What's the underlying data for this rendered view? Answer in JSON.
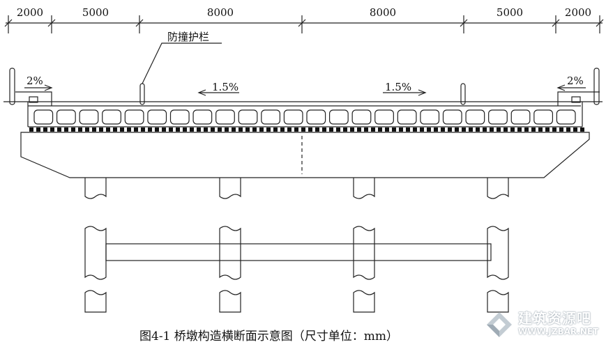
{
  "dimensions": [
    {
      "id": "left-sidewalk",
      "value": "2000"
    },
    {
      "id": "left-shoulder",
      "value": "5000"
    },
    {
      "id": "left-lane",
      "value": "8000"
    },
    {
      "id": "right-lane",
      "value": "8000"
    },
    {
      "id": "right-shoulder",
      "value": "5000"
    },
    {
      "id": "right-sidewalk",
      "value": "2000"
    }
  ],
  "labels": {
    "guardrail": "防撞护栏",
    "slope_left_outer": "2%",
    "slope_right_outer": "2%",
    "slope_left_lane": "1.5%",
    "slope_right_lane": "1.5%"
  },
  "caption": "图4-1  桥墩构造横断面示意图（尺寸单位：mm）",
  "watermark": {
    "name": "建筑资源吧",
    "url": "WWW.JZBAR.NET"
  },
  "colors": {
    "line": "#222222",
    "watermark_logo": "#b8c2ca"
  }
}
